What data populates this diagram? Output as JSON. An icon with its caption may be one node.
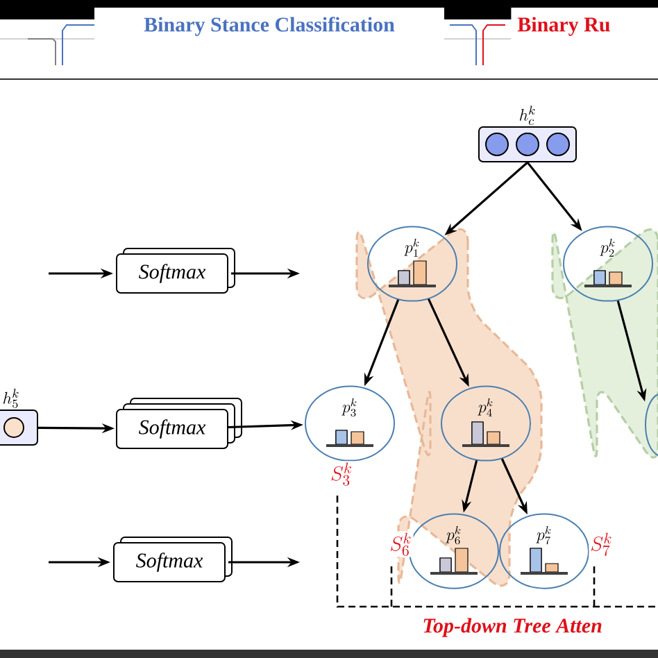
{
  "diagram": {
    "nodes": [
      {
        "text": [
          "Binary Stance Classification"
        ]
      },
      {
        "text": [
          "Binary Ru"
        ]
      },
      {
        "text": [
          "h_c^k"
        ]
      },
      {
        "text": [],
        "shape": "band"
      },
      {
        "text": [],
        "shape": "band"
      },
      {
        "text": [
          "p_1^k"
        ],
        "in": 3
      },
      {
        "text": [
          "p_2^k"
        ],
        "in": 4
      },
      {
        "text": [
          "p_3^k"
        ],
        "beside": [
          "S_3^k"
        ]
      },
      {
        "text": [
          "p_4^k"
        ],
        "in": 3
      },
      {
        "text": [],
        "shape": "ellipse",
        "in": 4
      },
      {
        "text": [
          "p_6^k"
        ],
        "in": 3,
        "beside": [
          "S_6^k"
        ]
      },
      {
        "text": [
          "p_7^k"
        ],
        "beside": [
          "S_7^k"
        ]
      },
      {
        "text": [
          "Softmax"
        ]
      },
      {
        "text": [
          "Softmax"
        ]
      },
      {
        "text": [
          "Softmax"
        ]
      },
      {
        "text": [
          "h_5^k"
        ]
      }
    ],
    "edges": [
      {
        "from": 2,
        "to": 5,
        "arrow": "to"
      },
      {
        "from": 2,
        "to": 6,
        "arrow": "to"
      },
      {
        "from": 5,
        "to": 7,
        "arrow": "to"
      },
      {
        "from": 5,
        "to": 8,
        "arrow": "to"
      },
      {
        "from": 8,
        "to": 10,
        "arrow": "to"
      },
      {
        "from": 8,
        "to": 11,
        "arrow": "to"
      },
      {
        "from": 6,
        "to": 9,
        "arrow": "to"
      },
      {
        "from": null,
        "to": 12,
        "arrow": "to"
      },
      {
        "from": 12,
        "to": null,
        "arrow": "to"
      },
      {
        "from": 15,
        "to": 13,
        "arrow": "to"
      },
      {
        "from": 13,
        "to": 7,
        "arrow": "to"
      },
      {
        "from": null,
        "to": 14,
        "arrow": "to"
      },
      {
        "from": 14,
        "to": null,
        "arrow": "to"
      }
    ],
    "labels": [
      "Top-down Tree Atten"
    ]
  }
}
